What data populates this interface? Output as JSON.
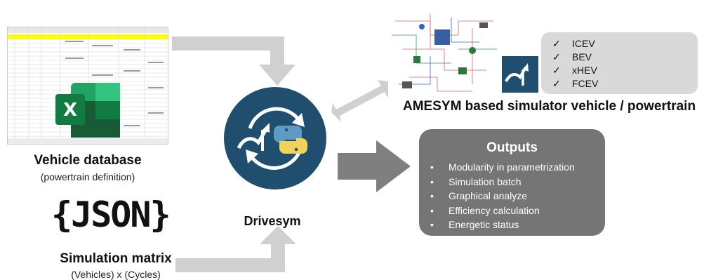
{
  "database": {
    "title": "Vehicle database",
    "subtitle": "(powertrain definition)"
  },
  "json_logo": "{JSON}",
  "simulation": {
    "title": "Simulation matrix",
    "subtitle": "(Vehicles) x (Cycles)"
  },
  "center": {
    "label": "Drivesym"
  },
  "amesym": {
    "caption": "AMESYM based simulator vehicle / powertrain"
  },
  "vehicle_types": {
    "check_symbol": "✓",
    "items": [
      "ICEV",
      "BEV",
      "xHEV",
      "FCEV"
    ]
  },
  "outputs": {
    "title": "Outputs",
    "bullet_symbol": "•",
    "items": [
      "Modularity in parametrization",
      "Simulation batch",
      "Graphical analyze",
      "Efficiency calculation",
      "Energetic status"
    ]
  },
  "colors": {
    "logo_blue": "#1f4e6e",
    "arrow_gray": "#d0d0d0",
    "arrow_dark": "#7f7f7f",
    "excel_green": "#1d7a43",
    "outputs_bg": "#757575",
    "types_bg": "#d9d9d9"
  }
}
